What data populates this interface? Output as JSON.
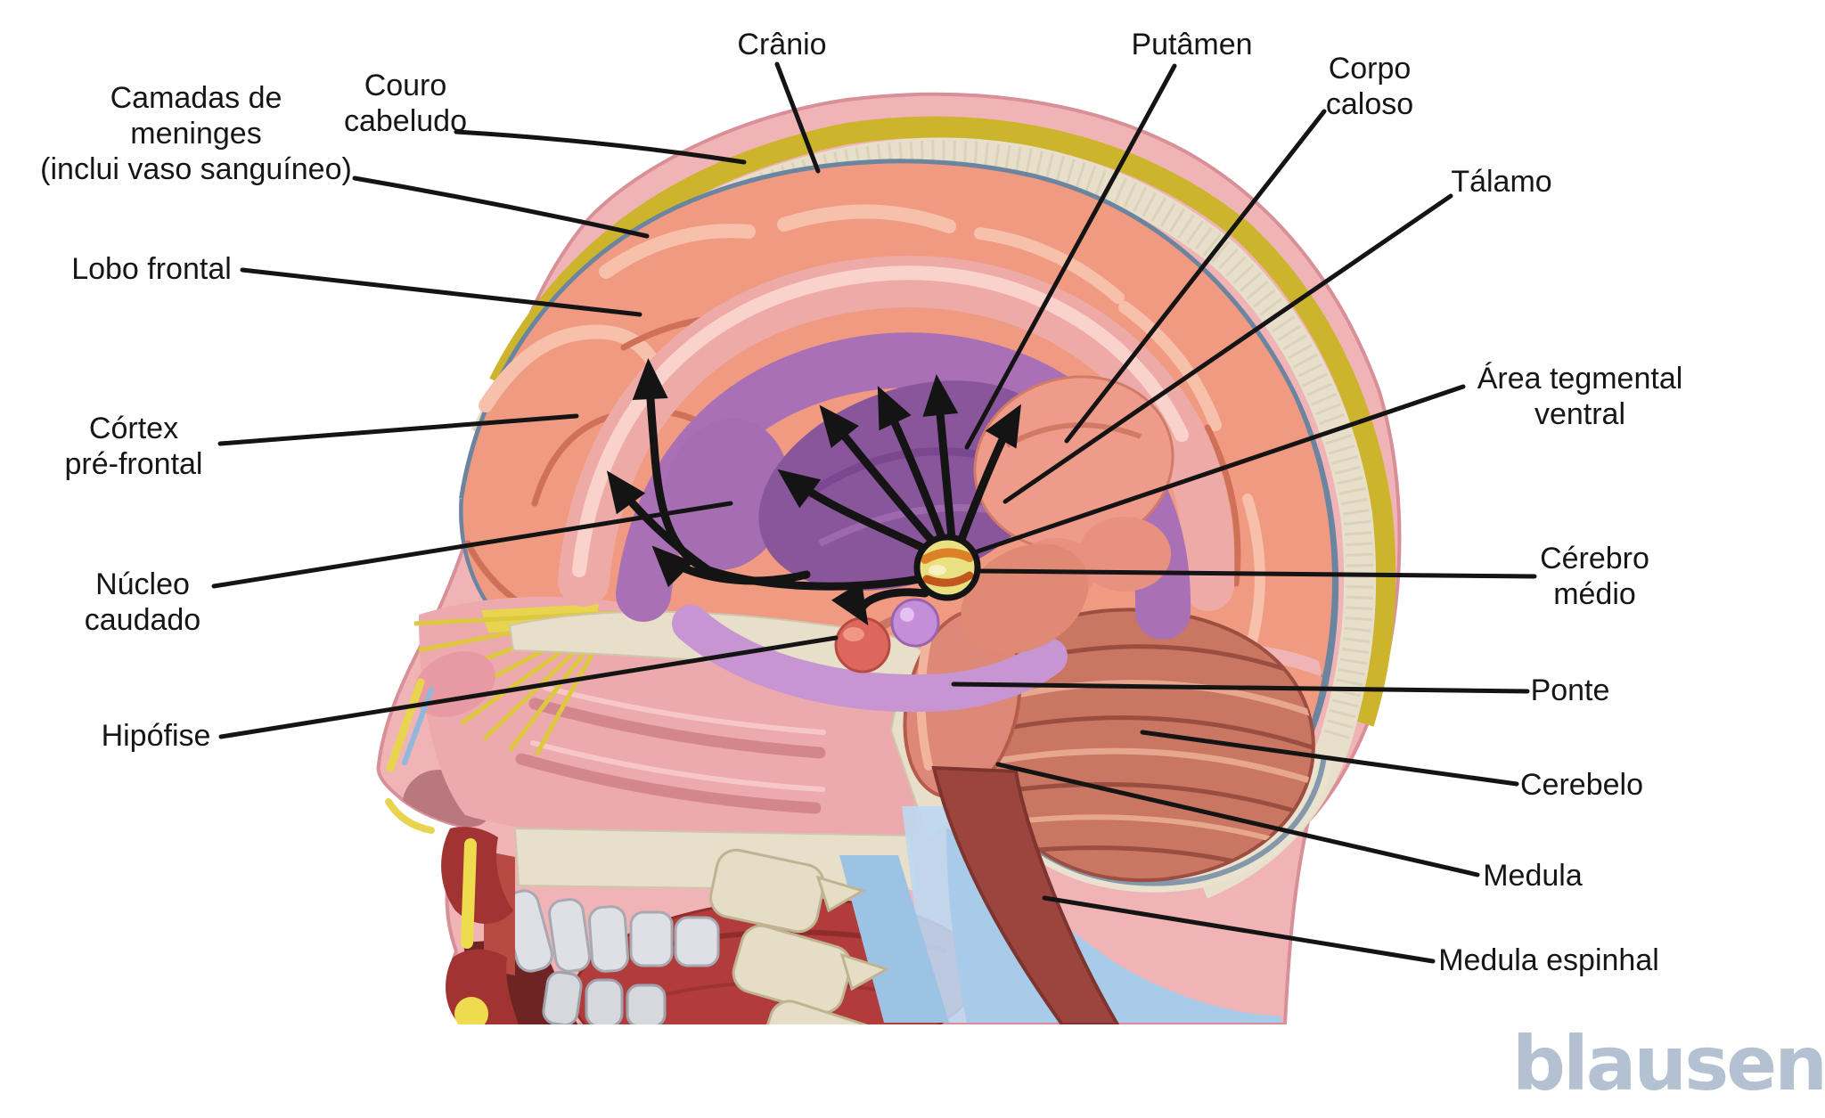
{
  "figure": {
    "kind": "anatomical-illustration",
    "subject": "Sagittal section of human head showing brain dopamine pathway structures",
    "language": "Portuguese"
  },
  "labels": {
    "camadas": {
      "lines": [
        "Camadas de",
        "meninges",
        "(inclui vaso sanguíneo)"
      ]
    },
    "couro": {
      "lines": [
        "Couro",
        "cabeludo"
      ]
    },
    "cranio": {
      "lines": [
        "Crânio"
      ]
    },
    "putamen": {
      "lines": [
        "Putâmen"
      ]
    },
    "corpo": {
      "lines": [
        "Corpo",
        "caloso"
      ]
    },
    "talamo": {
      "lines": [
        "Tálamo"
      ]
    },
    "lobo": {
      "lines": [
        "Lobo frontal"
      ]
    },
    "cortex": {
      "lines": [
        "Córtex",
        "pré-frontal"
      ]
    },
    "atv": {
      "lines": [
        "Área tegmental",
        "ventral"
      ]
    },
    "nucleo": {
      "lines": [
        "Núcleo",
        "caudado"
      ]
    },
    "cerebro": {
      "lines": [
        "Cérebro",
        "médio"
      ]
    },
    "hipofise": {
      "lines": [
        "Hipófise"
      ]
    },
    "ponte": {
      "lines": [
        "Ponte"
      ]
    },
    "cerebelo": {
      "lines": [
        "Cerebelo"
      ]
    },
    "medula": {
      "lines": [
        "Medula"
      ]
    },
    "medulaesp": {
      "lines": [
        "Medula espinhal"
      ]
    }
  },
  "watermark": {
    "text": "blausen",
    "color": "#b4c1d3"
  },
  "colors": {
    "background": "#ffffff",
    "label_text": "#161616",
    "leader_line": "#141414",
    "skin": "#f0b4b6",
    "scalp_galea_yellow": "#ccb42c",
    "skull_bone": "#e7dfca",
    "dura_meninges": "#6b84a0",
    "cortex_salmon": "#f09a82",
    "corpus_callosum_pink": "#eeaaa6",
    "striatum_purple": "#aa70b6",
    "putamen_purple": "#8a569b",
    "thalamus_pink": "#ee9b8a",
    "vta_fill": "#e9e081",
    "vta_streak": "#dd8126",
    "pituitary_red": "#dd675d",
    "mammillary_purple": "#c48fd8",
    "pons_salmon": "#de8977",
    "cerebellum": "#c97663",
    "spinal_cord": "#9c453e",
    "csf_blue": "#a8cbe9",
    "vertebra_bone": "#e6ddc6",
    "tongue_muscle": "#b23c3c",
    "teeth": "#dfe0e5",
    "arrow_black": "#141414"
  }
}
